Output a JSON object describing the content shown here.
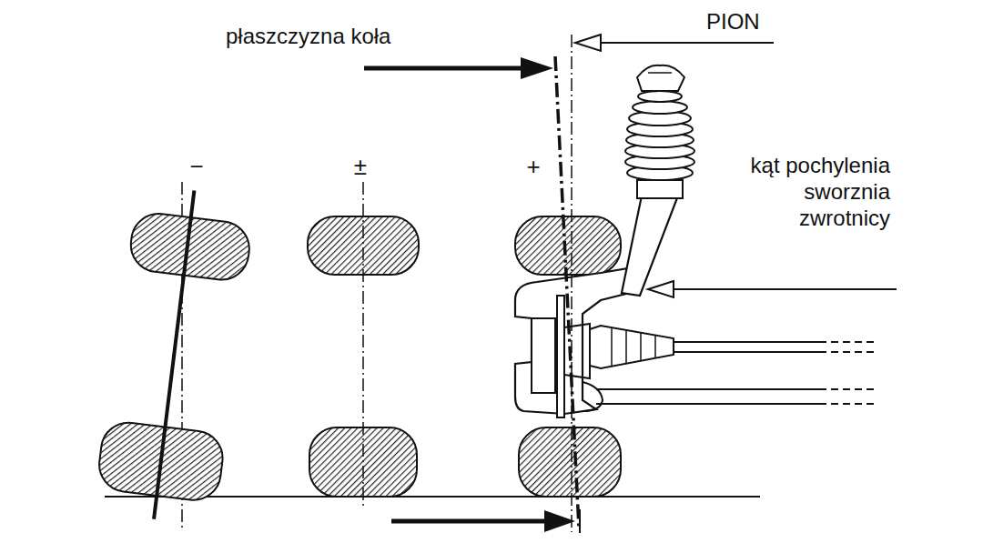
{
  "diagram": {
    "labels": [
      "płaszczyzna koła",
      "PION",
      "−",
      "±",
      "+",
      "kąt pochylenia sworznia zwrotnicy"
    ]
  }
}
